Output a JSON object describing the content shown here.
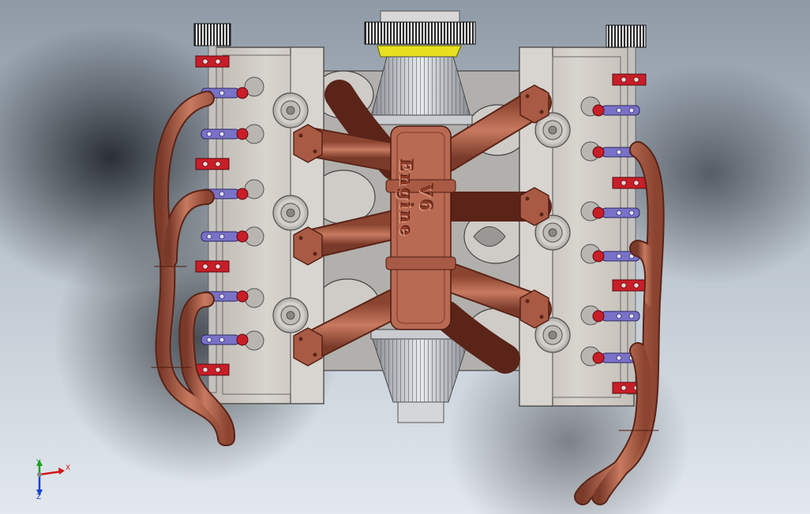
{
  "cad_viewport": {
    "model_label": "V6 Engine",
    "triad": {
      "x_label": "X",
      "y_label": "Y",
      "z_label": "Z"
    }
  },
  "colors": {
    "copper": "#b86a52",
    "copper_dark": "#7a3a2a",
    "block_gray": "#cfcbc5",
    "edge_gray": "#4a4a4a",
    "rocker_red": "#c81e28",
    "rocker_blue": "#7a72c8",
    "pulley_gear": "#222222",
    "gasket_yellow": "#e6e01e"
  },
  "icons": [
    "view-triad-icon",
    "x-axis-arrow-icon",
    "y-axis-arrow-icon",
    "z-axis-arrow-icon"
  ]
}
